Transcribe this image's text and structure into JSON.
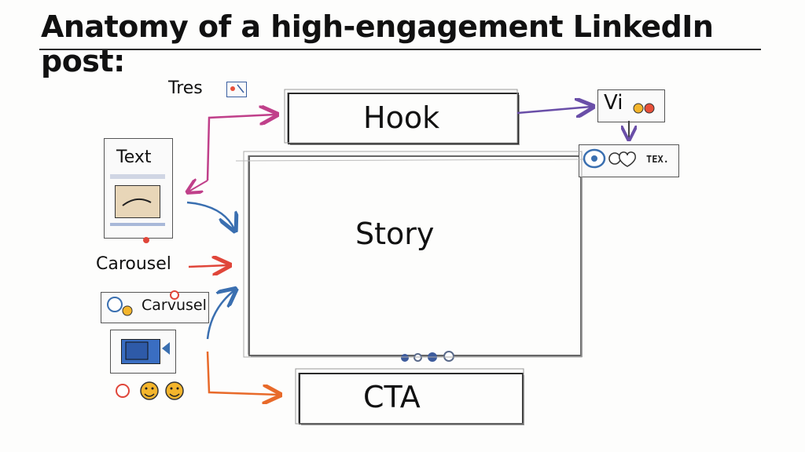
{
  "title": "Anatomy of a high-engagement LinkedIn post:",
  "boxes": {
    "hook": "Hook",
    "story": "Story",
    "cta": "CTA"
  },
  "left_panel": {
    "tres_label": "Tres",
    "text_label": "Text",
    "carousel_label": "Carousel",
    "carvusel_label": "Carvusel"
  },
  "right_panel": {
    "video_label": "Vi",
    "text_badge": "TEX."
  },
  "colors": {
    "arrow_pink": "#c0408a",
    "arrow_red": "#e0463a",
    "arrow_blue": "#3a6fb0",
    "arrow_orange": "#e86a2a",
    "emoji_yellow": "#f4b52c",
    "emoji_red": "#e8503a"
  },
  "icons": [
    "image-icon",
    "video-icon",
    "chat-bubble-icon",
    "heart-icon",
    "emoji-reaction-icon",
    "carousel-dots-icon"
  ]
}
